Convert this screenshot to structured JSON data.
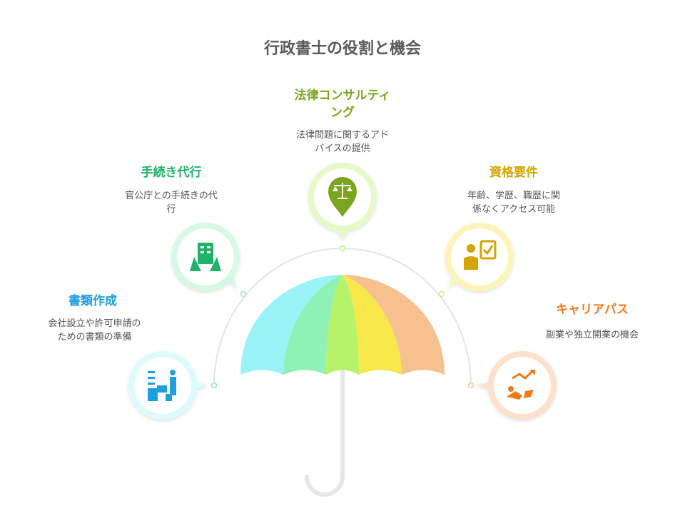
{
  "title": "行政書士の役割と機会",
  "items": [
    {
      "key": "documents",
      "heading": "書類作成",
      "desc1": "会社設立や許可申請の",
      "desc2": "ための書類の準備",
      "color": "#1e9fe0",
      "icon": "document-writing-icon"
    },
    {
      "key": "procedures",
      "heading": "手続き代行",
      "desc1": "官公庁との手続きの代",
      "desc2": "行",
      "color": "#1fb36a",
      "icon": "building-handshake-icon"
    },
    {
      "key": "consulting",
      "heading1": "法律コンサルティ",
      "heading2": "ング",
      "desc1": "法律問題に関するアド",
      "desc2": "バイスの提供",
      "color": "#7aa61f",
      "icon": "scales-icon"
    },
    {
      "key": "qualifications",
      "heading": "資格要件",
      "desc1": "年齢、学歴、職歴に関",
      "desc2": "係なくアクセス可能",
      "color": "#d4a400",
      "icon": "person-checklist-icon"
    },
    {
      "key": "career",
      "heading": "キャリアパス",
      "desc1": "副業や独立開業の機会",
      "color": "#f07a1a",
      "icon": "growth-chart-icon"
    }
  ]
}
